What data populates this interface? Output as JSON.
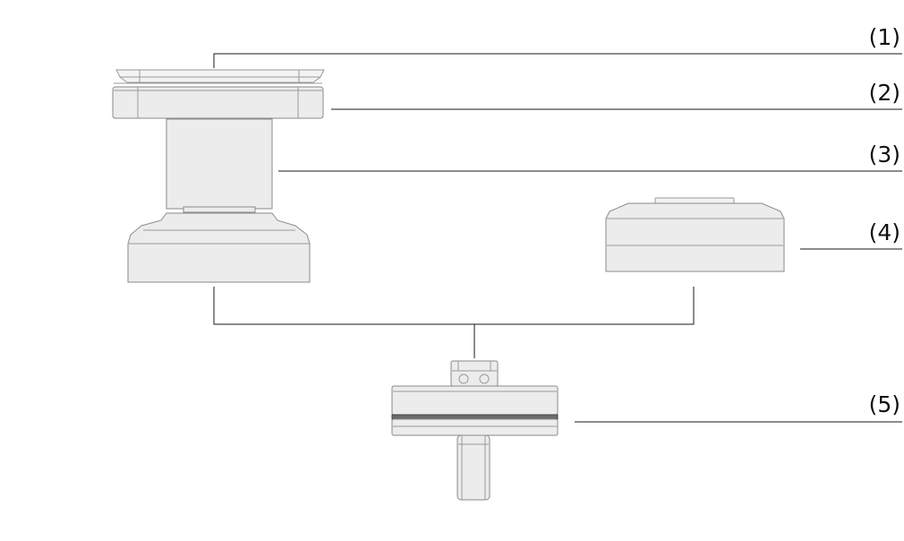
{
  "callouts": [
    {
      "id": 1,
      "label": "(1)"
    },
    {
      "id": 2,
      "label": "(2)"
    },
    {
      "id": 3,
      "label": "(3)"
    },
    {
      "id": 4,
      "label": "(4)"
    },
    {
      "id": 5,
      "label": "(5)"
    }
  ]
}
